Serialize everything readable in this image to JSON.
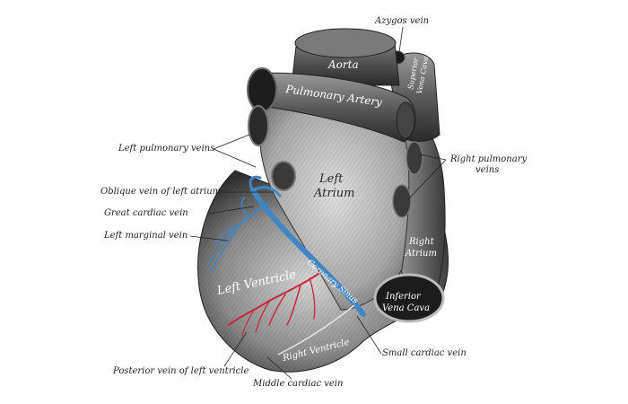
{
  "labels": {
    "azygos_vein": "Azygos vein",
    "left_pulmonary_veins": "Left pulmonary veins",
    "right_pulmonary_veins_line1": "Right pulmonary",
    "right_pulmonary_veins_line2": "veins",
    "oblique_vein": "Oblique vein of left atrium",
    "great_cardiac_vein": "Great cardiac vein",
    "left_marginal_vein": "Left marginal vein",
    "posterior_vein": "Posterior vein of left ventricle",
    "middle_cardiac_vein": "Middle cardiac vein",
    "small_cardiac_vein": "Small cardiac vein"
  },
  "organ_labels": {
    "aorta": "Aorta",
    "pulmonary_artery": "Pulmonary Artery",
    "superior_vena_cava_line1": "Superior",
    "superior_vena_cava_line2": "Vena Cava",
    "left_atrium_line1": "Left",
    "left_atrium_line2": "Atrium",
    "right_atrium_line1": "Right",
    "right_atrium_line2": "Atrium",
    "left_ventricle": "Left Ventricle",
    "coronary_sinus": "Coronary Sinus",
    "inferior_vena_cava_line1": "Inferior",
    "inferior_vena_cava_line2": "Vena Cava",
    "right_ventricle": "Right Ventricle"
  },
  "colors": {
    "vein": "#3f86c4",
    "artery": "#c8283c",
    "tissue_dark": "#3a3a3a",
    "tissue_light": "#9a9a9a",
    "atrium": "#b9b9b9"
  }
}
